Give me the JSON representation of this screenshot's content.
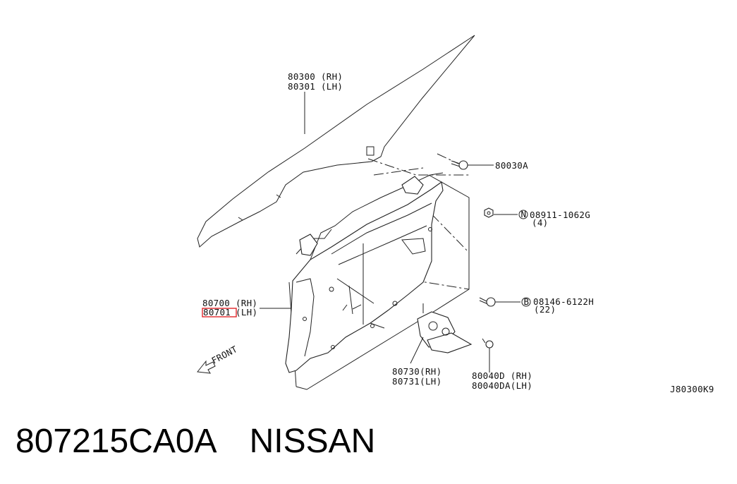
{
  "diagram": {
    "callouts": {
      "glass_rh": "80300 (RH)",
      "glass_lh": "80301 (LH)",
      "bolt_80030a": "80030A",
      "nut_code": "08911-1062G",
      "nut_qty": "(4)",
      "nut_symbol": "N",
      "regulator_rh": "80700 (RH)",
      "regulator_lh_num": "80701",
      "regulator_lh_side": "(LH)",
      "bolt_code": "08146-6122H",
      "bolt_qty": "(22)",
      "bolt_symbol": "B",
      "motor_rh": "80730(RH)",
      "motor_lh": "80731(LH)",
      "motorbolt_rh": "80040D (RH)",
      "motorbolt_lh": "80040DA(LH)",
      "front": "FRONT",
      "diagram_code": "J80300K9"
    },
    "highlight_color": "#e0262a"
  },
  "caption": {
    "part_number": "807215CA0A",
    "brand": "NISSAN"
  }
}
